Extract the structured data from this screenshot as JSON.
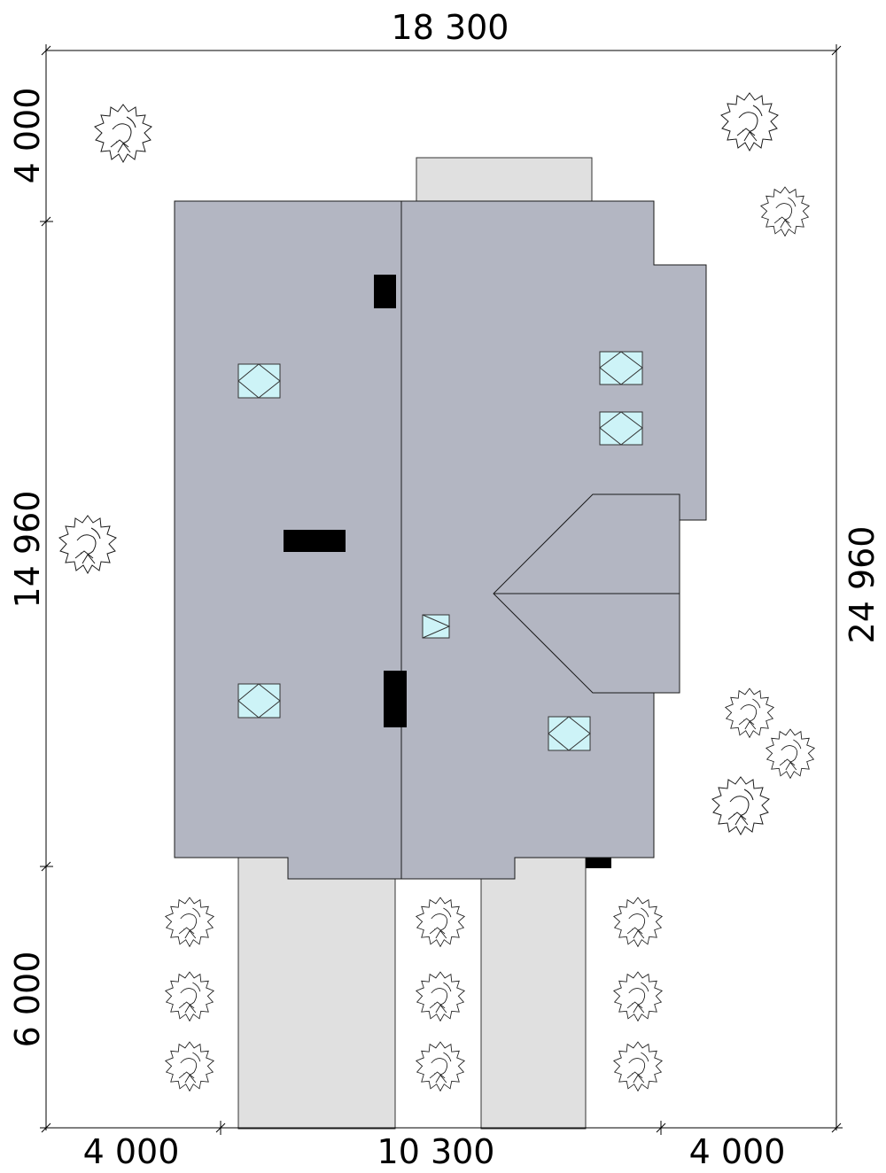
{
  "dimensions": {
    "overall_width": "18 300",
    "left_top_margin": "4 000",
    "left_house_depth": "14 960",
    "left_front_margin": "6 000",
    "right_total_depth": "24 960",
    "bottom_left_margin": "4 000",
    "bottom_house_width": "10 300",
    "bottom_right_margin": "4 000"
  },
  "colors": {
    "roof": "#b3b6c2",
    "driveway": "#e0e0e0",
    "skylight": "#cdf3f7",
    "chimney": "#000000"
  },
  "icons": {
    "tree": "tree-icon",
    "chimney": "chimney-icon",
    "skylight": "skylight-icon"
  }
}
